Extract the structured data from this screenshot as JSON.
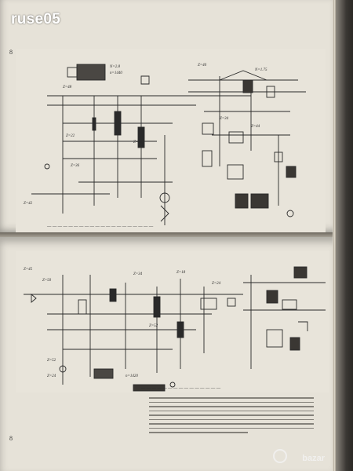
{
  "header": {
    "watermark": "ruse05"
  },
  "pages": {
    "top": {
      "page_number": "8"
    },
    "bottom": {
      "page_number": "8"
    }
  },
  "footer": {
    "marketplace_stamp": "bazar"
  },
  "colors": {
    "paper": "#e6e2d8",
    "ink": "#2a2a2a",
    "watermark": "#ffffff"
  }
}
